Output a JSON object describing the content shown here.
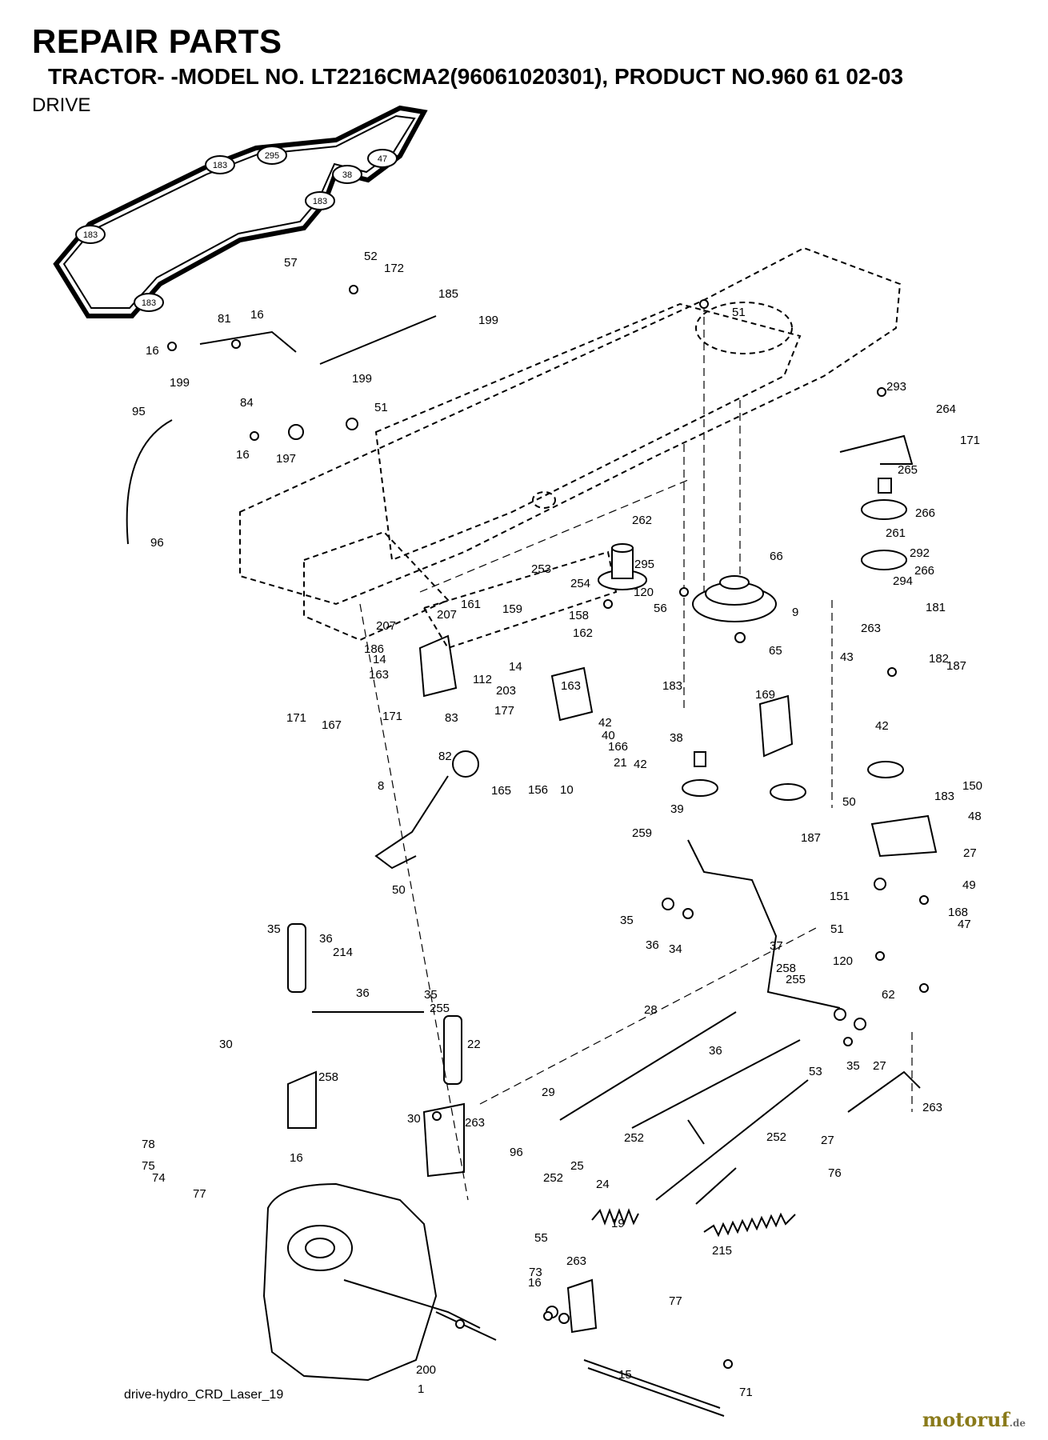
{
  "header": {
    "title": "REPAIR PARTS",
    "subtitle": "TRACTOR- -MODEL NO. LT2216CMA2(96061020301), PRODUCT NO.960 61 02-03",
    "section": "DRIVE"
  },
  "footer": {
    "drawing_ref": "drive-hydro_CRD_Laser_19",
    "brand": "motoruf",
    "brand_suffix": ".de"
  },
  "colors": {
    "ink": "#000000",
    "brand": "#8a7a1a"
  },
  "belt_labels": [
    "183",
    "295",
    "47",
    "38",
    "183",
    "183",
    "183"
  ],
  "callouts": [
    "57",
    "52",
    "172",
    "185",
    "199",
    "81",
    "16",
    "16",
    "199",
    "84",
    "199",
    "51",
    "16",
    "197",
    "95",
    "96",
    "51",
    "293",
    "264",
    "171",
    "265",
    "266",
    "261",
    "292",
    "266",
    "294",
    "262",
    "295",
    "120",
    "66",
    "56",
    "9",
    "181",
    "263",
    "253",
    "254",
    "161",
    "159",
    "158",
    "207",
    "162",
    "207",
    "186",
    "14",
    "163",
    "65",
    "43",
    "182",
    "112",
    "14",
    "203",
    "169",
    "171",
    "167",
    "171",
    "83",
    "163",
    "177",
    "183",
    "187",
    "42",
    "42",
    "40",
    "38",
    "42",
    "39",
    "259",
    "183",
    "187",
    "168",
    "166",
    "21",
    "82",
    "165",
    "156",
    "10",
    "8",
    "50",
    "50",
    "150",
    "48",
    "27",
    "151",
    "49",
    "51",
    "47",
    "120",
    "62",
    "35",
    "36",
    "34",
    "37",
    "258",
    "255",
    "35",
    "36",
    "214",
    "36",
    "35",
    "255",
    "22",
    "28",
    "36",
    "35",
    "27",
    "53",
    "263",
    "30",
    "258",
    "29",
    "252",
    "252",
    "27",
    "76",
    "78",
    "75",
    "74",
    "77",
    "16",
    "30",
    "263",
    "96",
    "252",
    "25",
    "24",
    "19",
    "215",
    "55",
    "263",
    "73",
    "16",
    "77",
    "200",
    "1",
    "15",
    "71",
    "263"
  ]
}
